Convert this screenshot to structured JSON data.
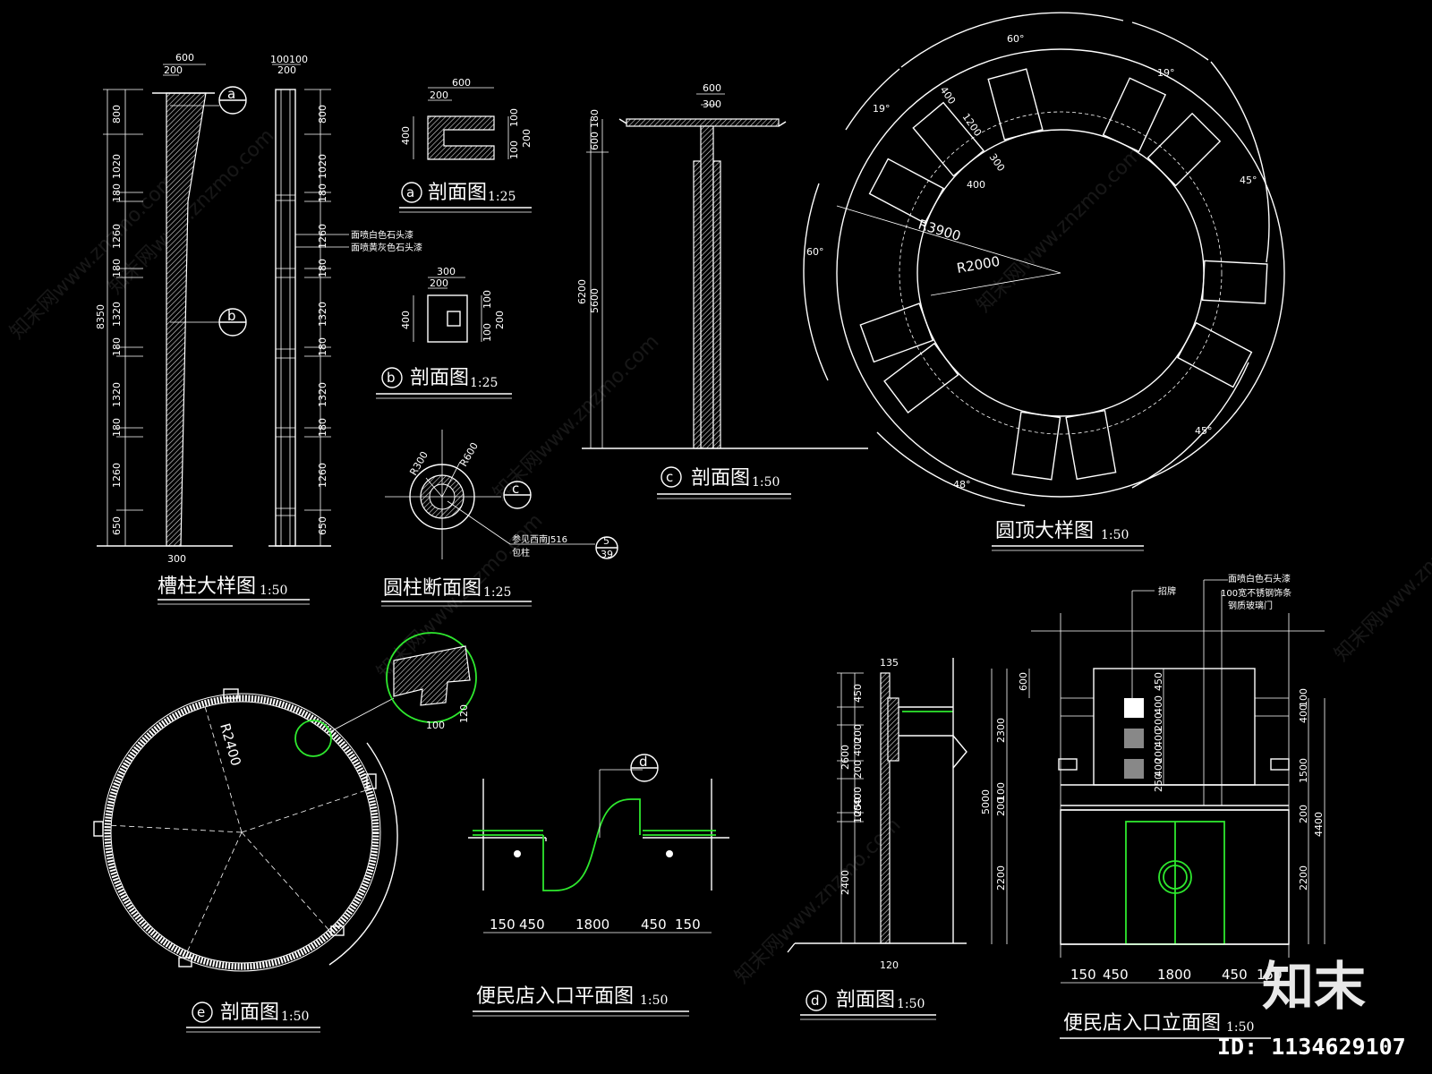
{
  "titles": {
    "groove_column": {
      "name": "槽柱大样图",
      "scale": "1:50"
    },
    "round_column": {
      "name": "圆柱断面图",
      "scale": "1:25"
    },
    "section_a": {
      "mark": "a",
      "name": "剖面图",
      "scale": "1:25"
    },
    "section_b": {
      "mark": "b",
      "name": "剖面图",
      "scale": "1:25"
    },
    "section_c": {
      "mark": "c",
      "name": "剖面图",
      "scale": "1:50"
    },
    "dome": {
      "name": "圆顶大样图",
      "scale": "1:50"
    },
    "section_e": {
      "mark": "e",
      "name": "剖面图",
      "scale": "1:50"
    },
    "entrance_plan": {
      "name": "便民店入口平面图",
      "scale": "1:50"
    },
    "section_d": {
      "mark": "d",
      "name": "剖面图",
      "scale": "1:50"
    },
    "entrance_elevation": {
      "name": "便民店入口立面图",
      "scale": "1:50"
    }
  },
  "groove_column": {
    "top_dims": [
      "600",
      "200"
    ],
    "right_top_dims": [
      "100100",
      "200"
    ],
    "bottom_dim": "300",
    "total": "8350",
    "segments": [
      "800",
      "1020",
      "180",
      "1260",
      "180",
      "1320",
      "180",
      "1320",
      "180",
      "1260",
      "650"
    ],
    "right_segments": [
      "800",
      "1020",
      "180",
      "1260",
      "180",
      "1320",
      "180",
      "1320",
      "180",
      "1260",
      "650"
    ],
    "notes": [
      "面喷白色石头漆",
      "面喷黄灰色石头漆"
    ],
    "markers": [
      "a",
      "b"
    ]
  },
  "section_a_dims": {
    "w": "600",
    "inner": "200",
    "h": "400",
    "r1": "100",
    "r2": "200",
    "r3": "100"
  },
  "section_b_dims": {
    "w": "300",
    "inner": "200",
    "h": "400",
    "r1": "100",
    "r2": "200",
    "r3": "100"
  },
  "round_column": {
    "r1": "R300",
    "r2": "R600",
    "marker": "c",
    "ref_note": "参见西南J516",
    "ref_note2": "包柱",
    "ref_num": "5",
    "ref_den": "39"
  },
  "section_c": {
    "top": "600",
    "inner": "300",
    "v1": "600",
    "v2": "180",
    "total": "6200",
    "lower": "5600"
  },
  "dome": {
    "r_outer": "R3900",
    "r_inner": "R2000",
    "angles": [
      "60°",
      "19°",
      "19°",
      "45°",
      "60°",
      "48°",
      "45°"
    ],
    "dims": [
      "400",
      "1200",
      "300",
      "400"
    ]
  },
  "section_e": {
    "radius": "R2400",
    "detail": [
      "100",
      "120"
    ]
  },
  "entrance_plan": {
    "marker": "d",
    "dims": [
      "150",
      "450",
      "1800",
      "450",
      "150"
    ]
  },
  "section_d": {
    "top": [
      "135"
    ],
    "v": [
      "450",
      "200",
      "400",
      "200",
      "400",
      "250",
      "100",
      "2600",
      "2400"
    ],
    "bottom": "120"
  },
  "entrance_elevation": {
    "notes": [
      "招牌",
      "面喷白色石头漆",
      "100宽不锈钢饰条",
      "钢质玻璃门"
    ],
    "left_dims": [
      "600",
      "2300",
      "5000",
      "2200",
      "200",
      "100"
    ],
    "mid_dims": [
      "450",
      "400",
      "200",
      "400",
      "200",
      "400",
      "250"
    ],
    "right_dims": [
      "100",
      "400",
      "1500",
      "200",
      "4400",
      "2200"
    ],
    "bottom_dims": [
      "150",
      "450",
      "1800",
      "450",
      "150"
    ]
  },
  "watermarks": [
    "知末网www.znzmo.com"
  ],
  "logo": "知末",
  "id_label": "ID: 1134629107"
}
